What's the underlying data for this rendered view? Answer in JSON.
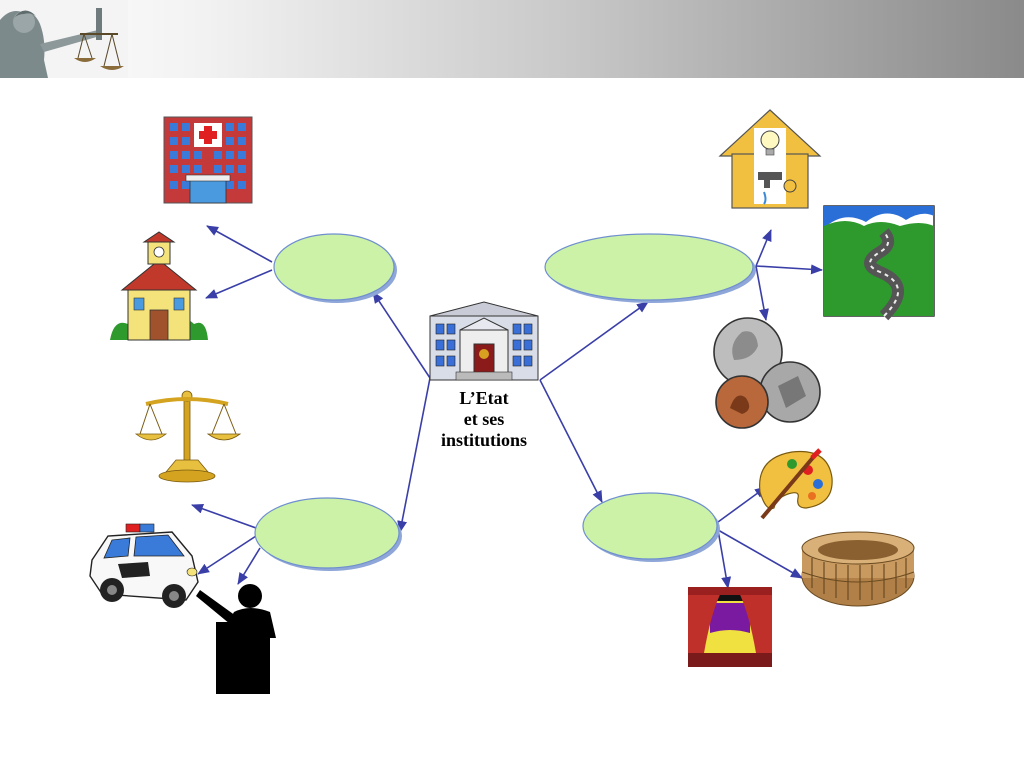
{
  "center": {
    "line1": "L’Etat",
    "line2": "et ses",
    "line3": "institutions"
  },
  "colors": {
    "ellipse_fill": "#ccf2a8",
    "ellipse_stroke": "#6f8fcf",
    "arrow": "#3a3fa8",
    "header_dark": "#8a8a8a"
  },
  "icons": [
    "justice-statue-icon",
    "hospital-icon",
    "school-icon",
    "scales-icon",
    "police-car-icon",
    "speaker-podium-icon",
    "government-building-icon",
    "house-utilities-icon",
    "road-landscape-icon",
    "coins-icon",
    "paint-palette-icon",
    "colosseum-icon",
    "theater-stage-icon"
  ]
}
